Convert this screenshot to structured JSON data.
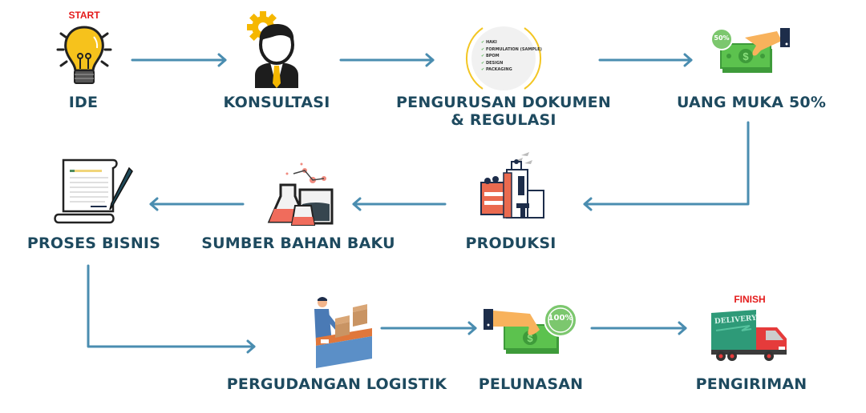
{
  "colors": {
    "label": "#1e4a5f",
    "arrow": "#4a8db0",
    "tag": "#e41b1b"
  },
  "start_tag": "START",
  "finish_tag": "FINISH",
  "steps": [
    {
      "label": "IDE",
      "icon": "lightbulb-icon"
    },
    {
      "label": "KONSULTASI",
      "icon": "consultant-icon"
    },
    {
      "label_line1": "PENGURUSAN DOKUMEN",
      "label_line2": "& REGULASI",
      "icon": "document-checklist-icon",
      "checklist": [
        "HAKI",
        "FORMULATION (SAMPLE)",
        "BPOM",
        "DESIGN",
        "PACKAGING"
      ]
    },
    {
      "label": "UANG MUKA 50%",
      "icon": "money-hand-icon",
      "badge": "50%"
    },
    {
      "label": "PRODUKSI",
      "icon": "factory-icon"
    },
    {
      "label": "SUMBER BAHAN BAKU",
      "icon": "lab-flask-icon"
    },
    {
      "label": "PROSES BISNIS",
      "icon": "contract-pen-icon"
    },
    {
      "label": "PERGUDANGAN LOGISTIK",
      "icon": "warehouse-worker-icon"
    },
    {
      "label": "PELUNASAN",
      "icon": "money-hand-icon",
      "badge": "100%"
    },
    {
      "label": "PENGIRIMAN",
      "icon": "delivery-truck-icon",
      "truck_text": "DELIVERY"
    }
  ]
}
